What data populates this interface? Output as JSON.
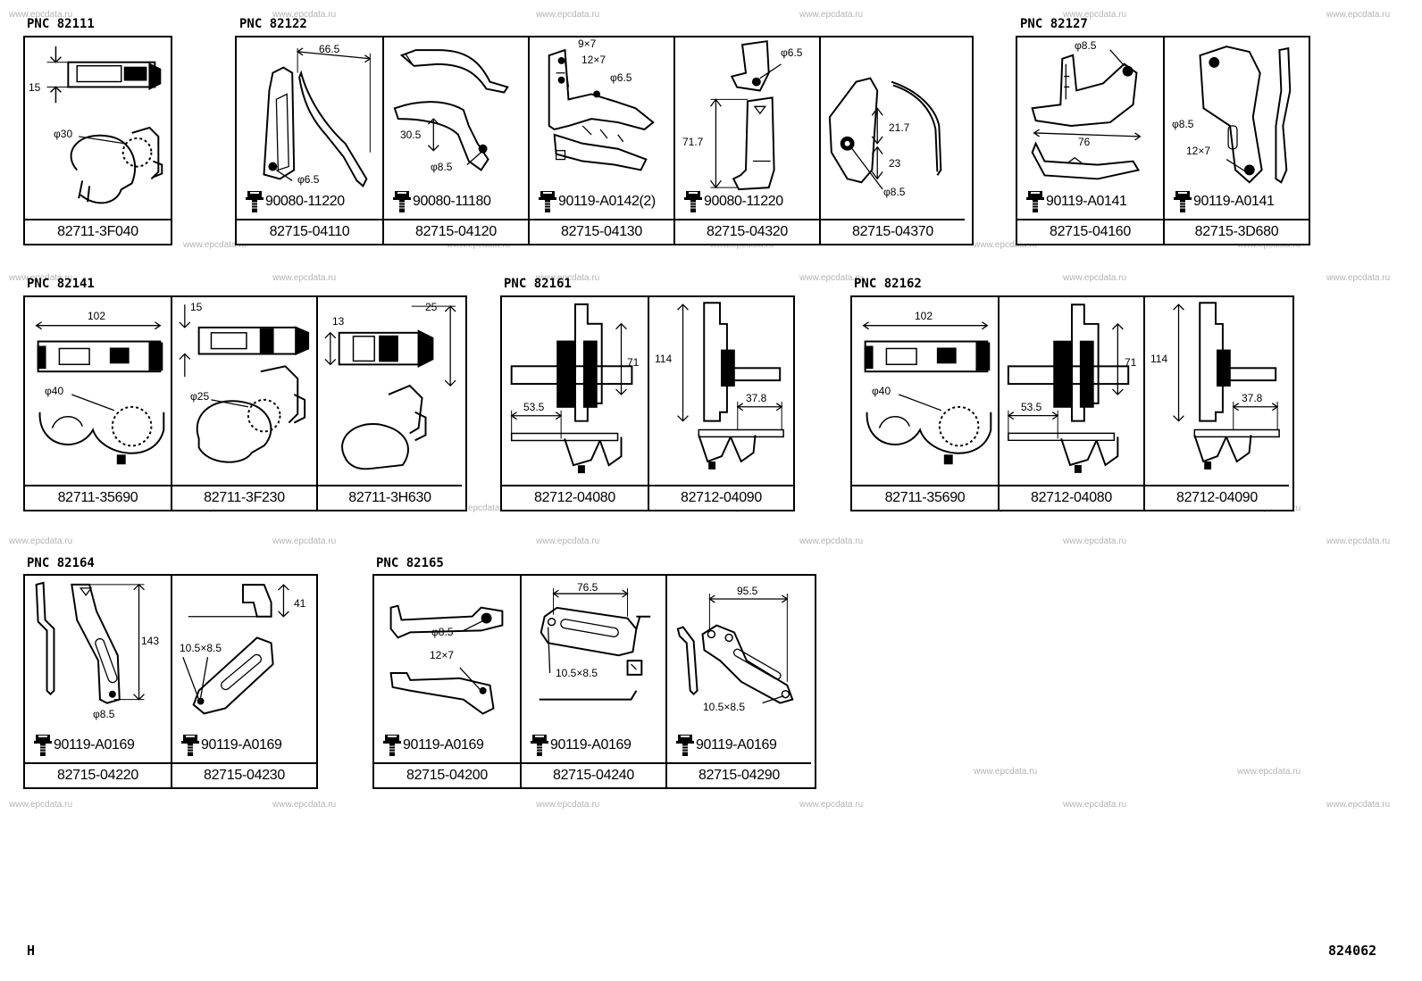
{
  "watermark_text": "www.epcdata.ru",
  "groups": {
    "g82111": {
      "pnc": "PNC 82111",
      "parts": [
        {
          "part_no": "82711-3F040",
          "dims": [
            "15",
            "φ30"
          ],
          "fastener": ""
        }
      ]
    },
    "g82122": {
      "pnc": "PNC 82122",
      "parts": [
        {
          "part_no": "82715-04110",
          "dims": [
            "66.5",
            "φ6.5"
          ],
          "fastener": "90080-11220"
        },
        {
          "part_no": "82715-04120",
          "dims": [
            "30.5",
            "φ8.5"
          ],
          "fastener": "90080-11180"
        },
        {
          "part_no": "82715-04130",
          "dims": [
            "9×7",
            "12×7",
            "φ6.5"
          ],
          "fastener": "90119-A0142(2)"
        },
        {
          "part_no": "82715-04320",
          "dims": [
            "φ6.5",
            "71.7"
          ],
          "fastener": "90080-11220"
        },
        {
          "part_no": "82715-04370",
          "dims": [
            "21.7",
            "23",
            "φ8.5"
          ],
          "fastener": ""
        }
      ]
    },
    "g82127": {
      "pnc": "PNC 82127",
      "parts": [
        {
          "part_no": "82715-04160",
          "dims": [
            "φ8.5",
            "76"
          ],
          "fastener": "90119-A0141"
        },
        {
          "part_no": "82715-3D680",
          "dims": [
            "φ8.5",
            "12×7"
          ],
          "fastener": "90119-A0141"
        }
      ]
    },
    "g82141": {
      "pnc": "PNC 82141",
      "parts": [
        {
          "part_no": "82711-35690",
          "dims": [
            "102",
            "φ40"
          ],
          "fastener": ""
        },
        {
          "part_no": "82711-3F230",
          "dims": [
            "15",
            "φ25"
          ],
          "fastener": ""
        },
        {
          "part_no": "82711-3H630",
          "dims": [
            "13",
            "25"
          ],
          "fastener": ""
        }
      ]
    },
    "g82161": {
      "pnc": "PNC 82161",
      "parts": [
        {
          "part_no": "82712-04080",
          "dims": [
            "71",
            "53.5"
          ],
          "fastener": ""
        },
        {
          "part_no": "82712-04090",
          "dims": [
            "114",
            "37.8"
          ],
          "fastener": ""
        }
      ]
    },
    "g82162": {
      "pnc": "PNC 82162",
      "parts": [
        {
          "part_no": "82711-35690",
          "dims": [
            "102",
            "φ40"
          ],
          "fastener": ""
        },
        {
          "part_no": "82712-04080",
          "dims": [
            "71",
            "53.5"
          ],
          "fastener": ""
        },
        {
          "part_no": "82712-04090",
          "dims": [
            "114",
            "37.8"
          ],
          "fastener": ""
        }
      ]
    },
    "g82164": {
      "pnc": "PNC 82164",
      "parts": [
        {
          "part_no": "82715-04220",
          "dims": [
            "143",
            "φ8.5"
          ],
          "fastener": "90119-A0169"
        },
        {
          "part_no": "82715-04230",
          "dims": [
            "41",
            "10.5×8.5"
          ],
          "fastener": "90119-A0169"
        }
      ]
    },
    "g82165": {
      "pnc": "PNC 82165",
      "parts": [
        {
          "part_no": "82715-04200",
          "dims": [
            "φ8.5",
            "12×7"
          ],
          "fastener": "90119-A0169"
        },
        {
          "part_no": "82715-04240",
          "dims": [
            "76.5",
            "10.5×8.5"
          ],
          "fastener": "90119-A0169"
        },
        {
          "part_no": "82715-04290",
          "dims": [
            "95.5",
            "10.5×8.5"
          ],
          "fastener": "90119-A0169"
        }
      ]
    }
  },
  "footer": {
    "left_mark": "H",
    "illustration_no": "824062"
  }
}
